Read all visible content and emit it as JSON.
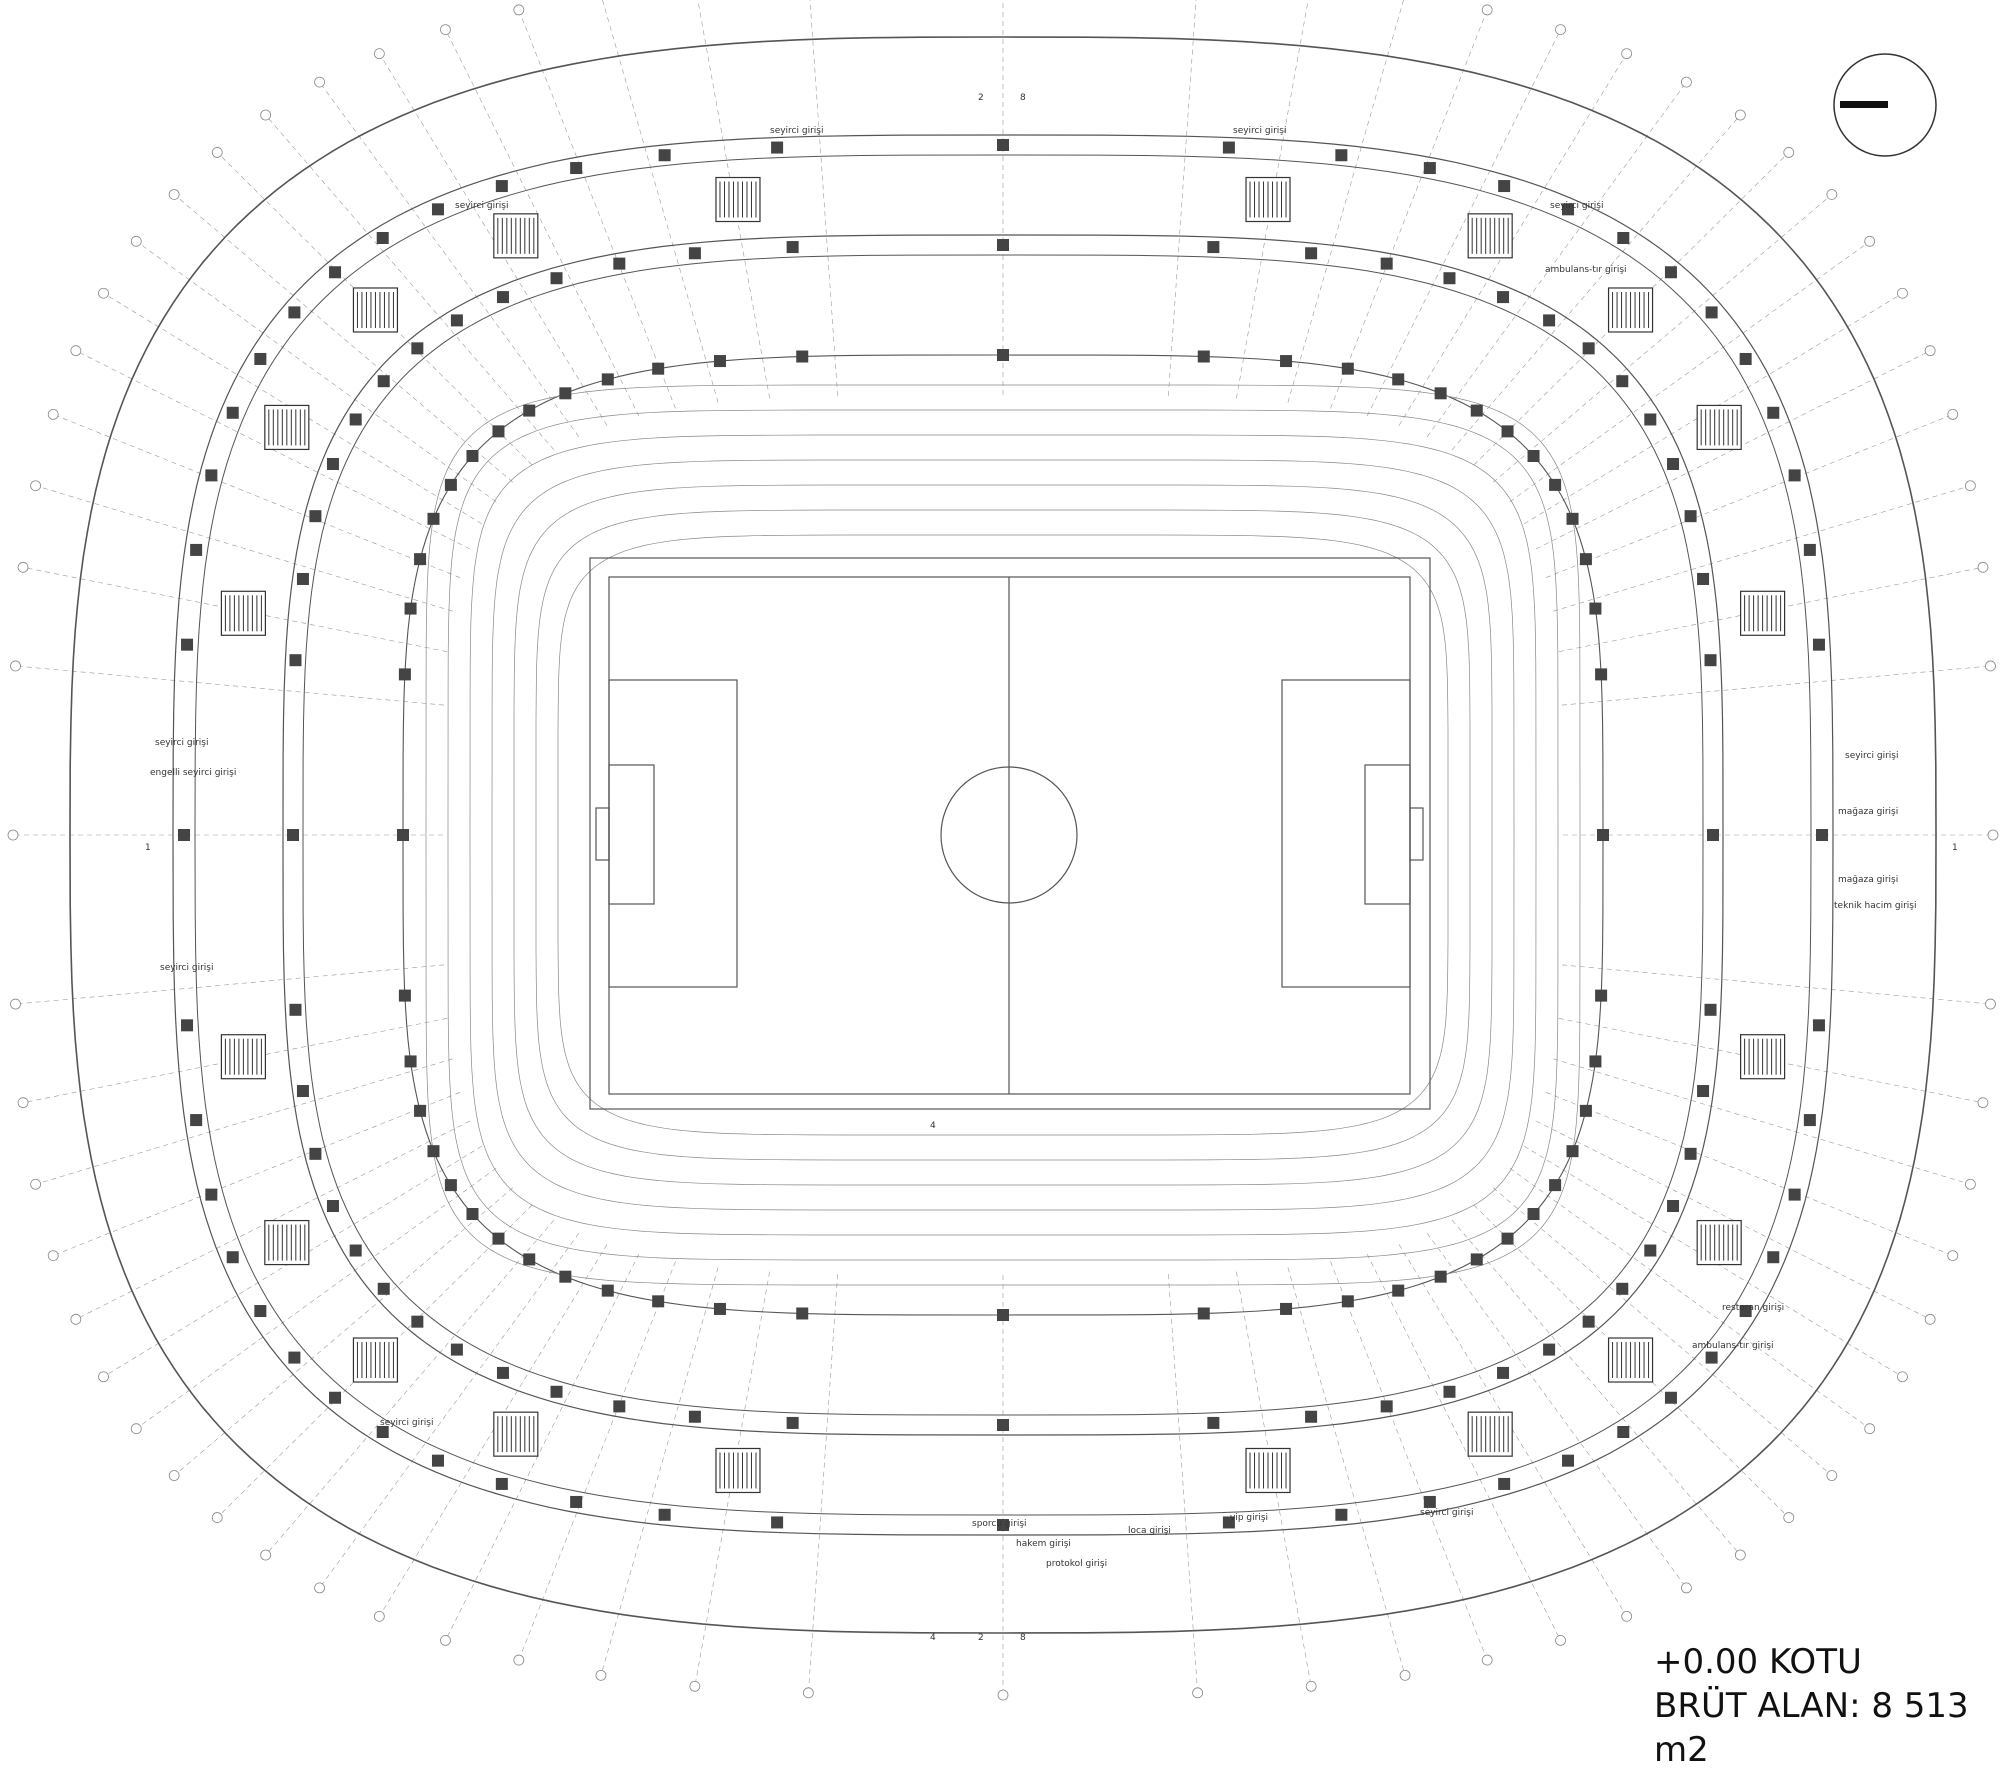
{
  "drawing": {
    "level_label": "+0.00 KOTU",
    "area_label": "BRÜT ALAN: 8 513 m2"
  },
  "entrance_labels": [
    "seyirci girişi",
    "seyirci girişi",
    "seyirci girişi",
    "seyirci girişi",
    "engelli seyirci girişi",
    "seyirci girişi",
    "seyirci girişi",
    "mağaza girişi",
    "mağaza girişi",
    "teknik hacim girişi",
    "seyirci girişi",
    "restoran girişi",
    "ambulans-tır girişi",
    "ambulans-tır girişi",
    "sporcu girişi",
    "hakem girişi",
    "protokol girişi",
    "loca girişi",
    "vip girişi",
    "seyirci girişi",
    "seyirci girişi"
  ],
  "section_marks": [
    "1",
    "1",
    "2",
    "4",
    "4",
    "8",
    "2",
    "8"
  ],
  "colors": {
    "line": "#555555",
    "column": "#444444",
    "grid": "#999999"
  }
}
